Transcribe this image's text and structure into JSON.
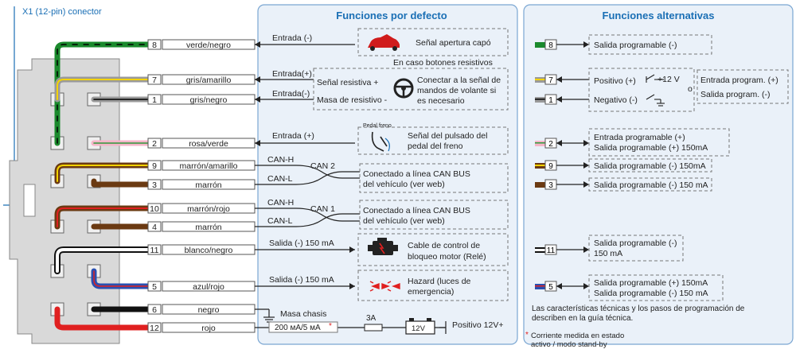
{
  "connector": {
    "title": "X1 (12-pin) conector"
  },
  "sections": {
    "default_title": "Funciones por defecto",
    "alt_title": "Funciones alternativas",
    "resistive_note": "En caso botones resistivos"
  },
  "colors": {
    "accent": "#1a6fb5",
    "panel_bg": "#eaf1f9",
    "panel_border": "#7aa6d2",
    "fuse_red": "#e02020"
  },
  "pins": [
    {
      "num": "8",
      "label": "verde/negro"
    },
    {
      "num": "7",
      "label": "gris/amarillo"
    },
    {
      "num": "1",
      "label": "gris/negro"
    },
    {
      "num": "2",
      "label": "rosa/verde"
    },
    {
      "num": "9",
      "label": "marrón/amarillo"
    },
    {
      "num": "3",
      "label": "marrón"
    },
    {
      "num": "10",
      "label": "marrón/rojo"
    },
    {
      "num": "4",
      "label": "marrón"
    },
    {
      "num": "11",
      "label": "blanco/negro"
    },
    {
      "num": "5",
      "label": "azul/rojo"
    },
    {
      "num": "6",
      "label": "negro"
    },
    {
      "num": "12",
      "label": "rojo"
    }
  ],
  "signals": {
    "entrada_neg": "Entrada (-)",
    "entrada_pos_1": "Entrada(+)",
    "entrada_neg_2": "Entrada(-)",
    "entrada_pos_2": "Entrada (+)",
    "can_h": "CAN-H",
    "can_l": "CAN-L",
    "can2": "CAN 2",
    "can1": "CAN 1",
    "salida_1": "Salida (-)  150 mA",
    "salida_2": "Salida (-)  150 mA",
    "masa": "Masa chasis",
    "current": "200 мА/5 мА",
    "asterisk": "*",
    "fuse": "3A",
    "battery": "12V",
    "positive": "Positivo 12V+"
  },
  "functions": {
    "capo": "Señal apertura capó",
    "res_pos": "Señal resistiva +",
    "res_neg": "Masa de resistivo -",
    "volante": [
      "Conectar a la señal de",
      "mandos de volante si",
      "es necesario"
    ],
    "pedal_small": "Pedal freno",
    "freno": [
      "Señal del pulsado del",
      "pedal del freno"
    ],
    "can_box_1": [
      "Conectado a línea CAN BUS",
      "del vehículo (ver web)"
    ],
    "can_box_2": [
      "Conectado a línea CAN BUS",
      "del vehículo (ver web)"
    ],
    "motor": [
      "Cable de control de",
      "bloqueo motor (Relé)"
    ],
    "hazard": [
      "Hazard (luces de",
      "emergencia)"
    ]
  },
  "alternatives": {
    "a8": "Salida programable (-)",
    "pos": "Positivo (+)",
    "v12": "+12 V",
    "neg": "Negativo (-)",
    "o": "o",
    "in_prog": "Entrada program. (+)",
    "out_prog": "Salida program. (-)",
    "a2": [
      "Entrada programable (+)",
      "Salida programable (+) 150mA"
    ],
    "a9": "Salida programable (-) 150mA",
    "a3": "Salida programable (-) 150 mA",
    "a11": [
      "Salida programable (-)",
      "150 mA"
    ],
    "a5": [
      "Salida programable (+) 150mA",
      "Salida programable (-) 150 mA"
    ],
    "note": [
      "Las características técnicas y los pasos de programación de",
      "describen en la guía técnica."
    ]
  },
  "footnote": [
    "Corriente medida en estado",
    "activo / modo stand-by"
  ]
}
